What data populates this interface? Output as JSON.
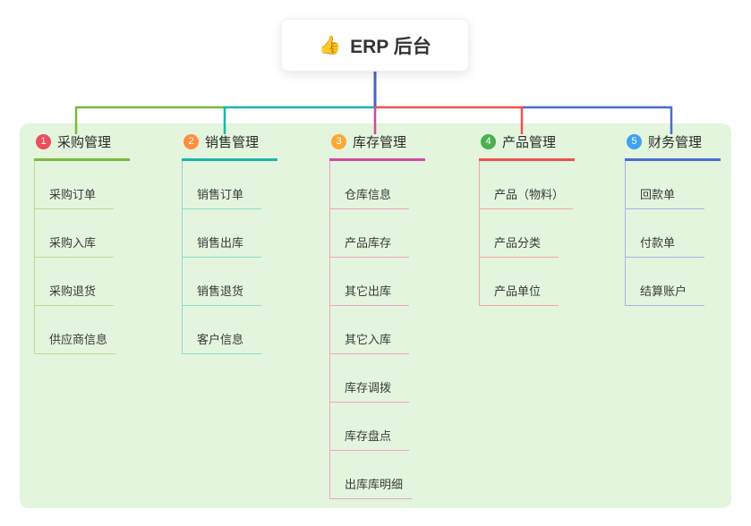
{
  "root": {
    "icon": "👍",
    "label": "ERP 后台"
  },
  "colors": {
    "root_connector": "#4a5fd0",
    "panel_bg": "#e3f5dd",
    "canvas_bg": "#ffffff",
    "text": "#333333"
  },
  "branches": [
    {
      "number": "1",
      "label": "采购管理",
      "badge_color": "#ee4d5a",
      "line_color": "#7cb93e",
      "child_line_color": "#b8dc8d",
      "children": [
        "采购订单",
        "采购入库",
        "采购退货",
        "供应商信息"
      ]
    },
    {
      "number": "2",
      "label": "销售管理",
      "badge_color": "#ff8d40",
      "line_color": "#1cb5ad",
      "child_line_color": "#8ed8d2",
      "children": [
        "销售订单",
        "销售出库",
        "销售退货",
        "客户信息"
      ]
    },
    {
      "number": "3",
      "label": "库存管理",
      "badge_color": "#ffa733",
      "line_color": "#d4499e",
      "child_line_color": "#eda4c9",
      "children": [
        "仓库信息",
        "产品库存",
        "其它出库",
        "其它入库",
        "库存调拨",
        "库存盘点",
        "出库库明细"
      ]
    },
    {
      "number": "4",
      "label": "产品管理",
      "badge_color": "#4caf50",
      "line_color": "#ee5350",
      "child_line_color": "#f5a7a4",
      "children": [
        "产品（物料）",
        "产品分类",
        "产品单位"
      ]
    },
    {
      "number": "5",
      "label": "财务管理",
      "badge_color": "#3ea1f6",
      "line_color": "#4a6bd6",
      "child_line_color": "#a3b5e8",
      "children": [
        "回款单",
        "付款单",
        "结算账户"
      ]
    }
  ]
}
